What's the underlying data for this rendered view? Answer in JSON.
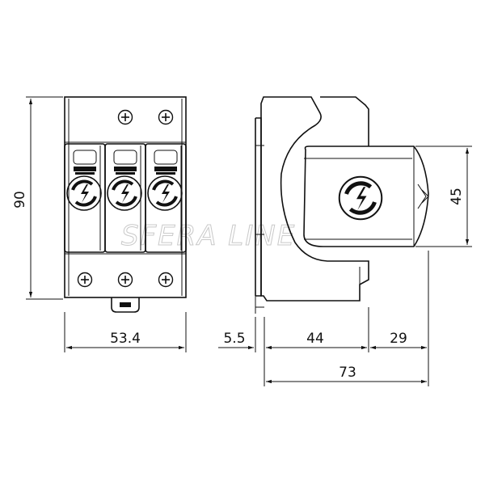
{
  "watermark": "SFERA LINE",
  "dimensions": {
    "height_total": "90",
    "width_front": "53.4",
    "rail_offset": "5.5",
    "body_depth": "44",
    "module_depth": "29",
    "total_depth": "73",
    "module_height": "45"
  },
  "icons": {
    "terminal": "screw-terminal-icon",
    "lightning": "lightning-surge-icon",
    "dimension_arrow": "arrow-icon"
  }
}
